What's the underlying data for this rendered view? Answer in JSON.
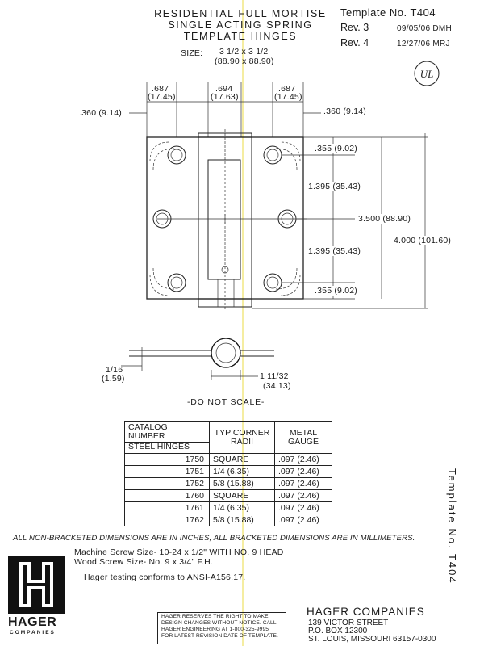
{
  "title": {
    "line1": "RESIDENTIAL FULL MORTISE",
    "line2": "SINGLE ACTING SPRING",
    "line3": "TEMPLATE HINGES"
  },
  "template_no": "Template No. T404",
  "revisions": [
    {
      "label": "Rev. 3",
      "date": "09/05/06 DMH"
    },
    {
      "label": "Rev. 4",
      "date": "12/27/06 MRJ"
    }
  ],
  "size": {
    "label": "SIZE:",
    "inches": "3 1/2 x 3 1/2",
    "mm": "(88.90 x 88.90)"
  },
  "dimensions": {
    "top_left": {
      "in": ".687",
      "mm": "(17.45)"
    },
    "top_center": {
      "in": ".694",
      "mm": "(17.63)"
    },
    "top_right": {
      "in": ".687",
      "mm": "(17.45)"
    },
    "side_left": ".360 (9.14)",
    "side_right": ".360 (9.14)",
    "v1": ".355 (9.02)",
    "v2": "1.395 (35.43)",
    "v3": "1.395 (35.43)",
    "v4": ".355 (9.02)",
    "height_inner": "3.500 (88.90)",
    "height_outer": "4.000 (101.60)",
    "thickness": {
      "in": "1/16",
      "mm": "(1.59)"
    },
    "knuckle": {
      "in": "1 11/32",
      "mm": "(34.13)"
    }
  },
  "do_not_scale": "-DO NOT SCALE-",
  "table": {
    "header": {
      "col1_a": "CATALOG NUMBER",
      "col1_b": "STEEL HINGES",
      "col2_a": "TYP CORNER",
      "col2_b": "RADII",
      "col3_a": "METAL",
      "col3_b": "GAUGE"
    },
    "rows": [
      {
        "cat": "1750",
        "radii": "SQUARE",
        "gauge": ".097 (2.46)"
      },
      {
        "cat": "1751",
        "radii": "1/4 (6.35)",
        "gauge": ".097 (2.46)"
      },
      {
        "cat": "1752",
        "radii": "5/8 (15.88)",
        "gauge": ".097 (2.46)"
      },
      {
        "cat": "1760",
        "radii": "SQUARE",
        "gauge": ".097 (2.46)"
      },
      {
        "cat": "1761",
        "radii": "1/4 (6.35)",
        "gauge": ".097 (2.46)"
      },
      {
        "cat": "1762",
        "radii": "5/8 (15.88)",
        "gauge": ".097 (2.46)"
      }
    ]
  },
  "vertical_label": "Template No. T404",
  "notes": {
    "units": "ALL NON-BRACKETED DIMENSIONS ARE IN INCHES, ALL BRACKETED DIMENSIONS ARE IN MILLIMETERS.",
    "machine_screw": "Machine Screw Size- 10-24 x 1/2\" WITH NO. 9 HEAD",
    "wood_screw": "Wood Screw Size- No. 9 x 3/4\" F.H.",
    "ansi": "Hager testing conforms to ANSI-A156.17."
  },
  "logo": {
    "name": "HAGER",
    "sub": "COMPANIES"
  },
  "notice": {
    "l1": "HAGER RESERVES THE RIGHT TO MAKE",
    "l2": "DESIGN CHANGES WITHOUT NOTICE. CALL",
    "l3": "HAGER ENGINEERING AT 1-800-325-9995",
    "l4": "FOR LATEST REVISION DATE OF TEMPLATE."
  },
  "company": {
    "name": "HAGER COMPANIES",
    "street": "139 VICTOR STREET",
    "pobox": "P.O. BOX 12300",
    "city": "ST. LOUIS, MISSOURI 63157-0300"
  },
  "ul_mark": "UL"
}
